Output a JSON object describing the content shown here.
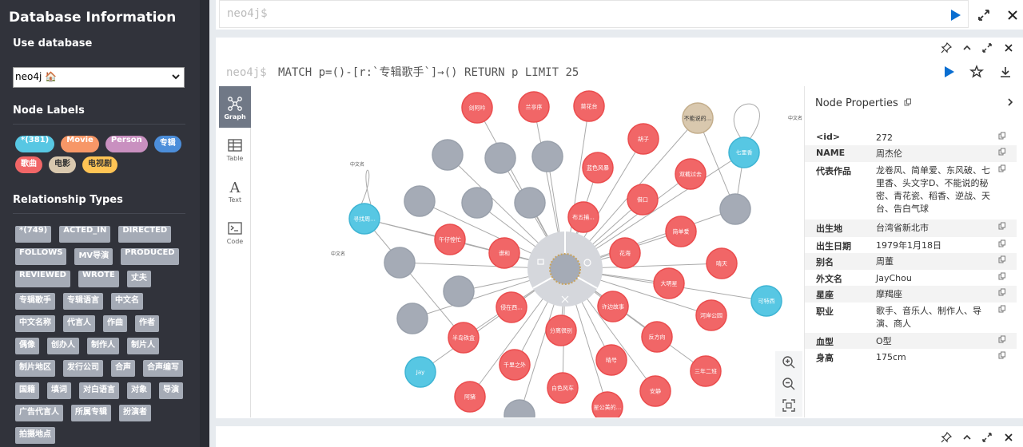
{
  "sidebar": {
    "title": "Database Information",
    "use_db_heading": "Use database",
    "db_selected": "neo4j 🏠",
    "node_labels_heading": "Node Labels",
    "node_labels": [
      {
        "label": "*(381)",
        "color": "#57c7e3"
      },
      {
        "label": "Movie",
        "color": "#f79767"
      },
      {
        "label": "Person",
        "color": "#c990c0"
      },
      {
        "label": "专辑",
        "color": "#4c8eda"
      },
      {
        "label": "歌曲",
        "color": "#f16667"
      },
      {
        "label": "电影",
        "color": "#d9c8ae"
      },
      {
        "label": "电视剧",
        "color": "#ffc454"
      }
    ],
    "rel_types_heading": "Relationship Types",
    "rel_types": [
      "*(749)",
      "ACTED_IN",
      "DIRECTED",
      "FOLLOWS",
      "MV导演",
      "PRODUCED",
      "REVIEWED",
      "WROTE",
      "丈夫",
      "专辑歌手",
      "专辑语言",
      "中文名",
      "中文名称",
      "代言人",
      "作曲",
      "作者",
      "偶像",
      "创办人",
      "制作人",
      "制片人",
      "制片地区",
      "发行公司",
      "合声",
      "合声编写",
      "国籍",
      "填词",
      "对白语言",
      "对象",
      "导演",
      "广告代言人",
      "所属专辑",
      "扮演者",
      "拍摄地点"
    ]
  },
  "top_editor": {
    "prompt": "neo4j$"
  },
  "result_frame": {
    "prompt": "neo4j$",
    "query": "MATCH p=()-[r:`专辑歌手`]→() RETURN p LIMIT 25"
  },
  "view_tabs": [
    {
      "label": "Graph",
      "icon": "graph-icon",
      "active": true
    },
    {
      "label": "Table",
      "icon": "table-icon"
    },
    {
      "label": "Text",
      "icon": "text-icon"
    },
    {
      "label": "Code",
      "icon": "code-icon"
    }
  ],
  "graph": {
    "center_node": {
      "label": ""
    },
    "song_nodes": [
      "剑阿吟",
      "兰亭序",
      "莫花台",
      "胡子",
      "蓝色风暴",
      "双截过去",
      "借口",
      "布五捕...",
      "简单爱",
      "午仔惶忙",
      "谱和",
      "花海",
      "晴天",
      "大明星",
      "侵在西...",
      "许边故事",
      "河岸公园",
      "半岛铁盒",
      "分离很别",
      "反方向",
      "晴号",
      "三年二班",
      "千里之外",
      "白色风车",
      "安静",
      "阿猪",
      "星公美的..."
    ],
    "album_nodes": [
      "寻找周...",
      "七里香",
      "可特西",
      "Jay"
    ],
    "movie_nodes": [
      "不能说的..."
    ],
    "edge_labels": [
      "中文名",
      "中文名",
      "中文名"
    ]
  },
  "properties": {
    "title": "Node Properties",
    "rows": [
      {
        "key": "<id>",
        "value": "272"
      },
      {
        "key": "NAME",
        "value": "周杰伦"
      },
      {
        "key": "代表作品",
        "value": "龙卷风、简单爱、东风破、七里香、头文字D、不能说的秘密、青花瓷、稻香、逆战、天台、告白气球"
      },
      {
        "key": "出生地",
        "value": "台湾省新北市"
      },
      {
        "key": "出生日期",
        "value": "1979年1月18日"
      },
      {
        "key": "别名",
        "value": "周董"
      },
      {
        "key": "外文名",
        "value": "JayChou"
      },
      {
        "key": "星座",
        "value": "摩羯座"
      },
      {
        "key": "职业",
        "value": "歌手、音乐人、制作人、导演、商人"
      },
      {
        "key": "血型",
        "value": "O型"
      },
      {
        "key": "身高",
        "value": "175cm"
      }
    ]
  },
  "colors": {
    "song": "#f16667",
    "album": "#57c7e3",
    "movie": "#d9c8ae",
    "gray": "#a5abb6",
    "run": "#0a6ed1"
  }
}
